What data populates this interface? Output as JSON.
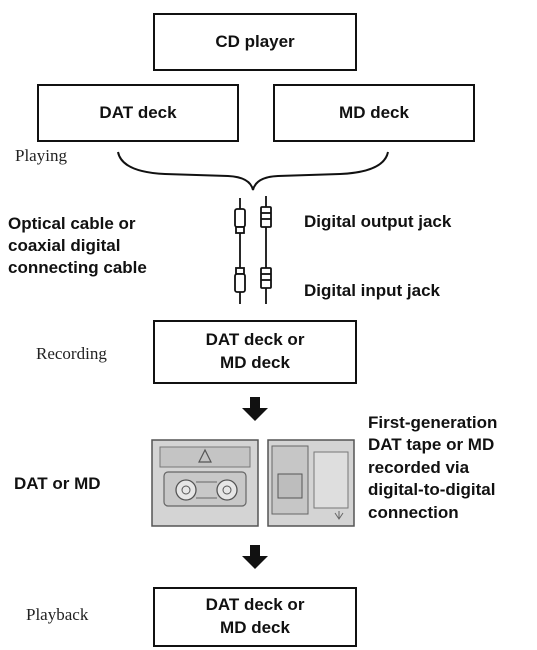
{
  "boxes": {
    "cd_player": "CD player",
    "dat_deck": "DAT deck",
    "md_deck": "MD deck",
    "recorder_line1": "DAT deck or",
    "recorder_line2": "MD deck",
    "playback_line1": "DAT deck or",
    "playback_line2": "MD deck"
  },
  "stage_labels": {
    "playing": "Playing",
    "recording": "Recording",
    "playback": "Playback"
  },
  "cable": {
    "description": "Optical cable or\ncoaxial digital\nconnecting cable",
    "output_jack": "Digital output jack",
    "input_jack": "Digital input jack"
  },
  "media": {
    "label": "DAT or MD",
    "description": "First-generation\nDAT tape or MD\nrecorded via\ndigital-to-digital\nconnection"
  },
  "icons": [
    "cable-plug-icon",
    "dat-cassette-icon",
    "minidisc-icon",
    "down-arrow-icon"
  ]
}
